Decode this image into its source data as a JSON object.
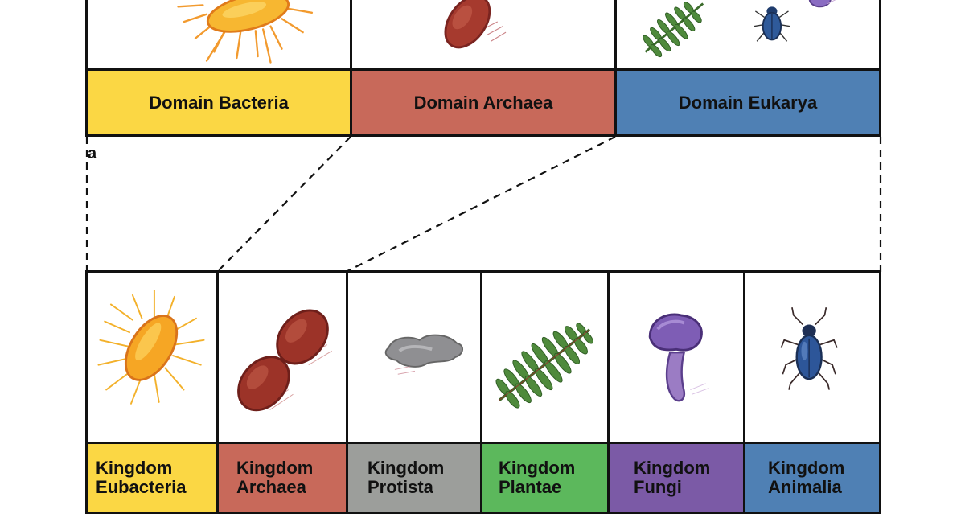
{
  "panel_label": "a",
  "domains": [
    {
      "name": "Domain Bacteria",
      "color": "#fbd744",
      "icon": "rod-bacterium-icon"
    },
    {
      "name": "Domain Archaea",
      "color": "#c8695a",
      "icon": "archaeon-icon"
    },
    {
      "name": "Domain Eukarya",
      "color": "#4f80b4",
      "icon": "fern-beetle-mushroom-icon"
    }
  ],
  "kingdoms": [
    {
      "line1": "Kingdom",
      "line2": "Eubacteria",
      "color": "#fbd744",
      "icon": "bacterium-icon"
    },
    {
      "line1": "Kingdom",
      "line2": "Archaea",
      "color": "#c8695a",
      "icon": "archaeon-icon"
    },
    {
      "line1": "Kingdom",
      "line2": "Protista",
      "color": "#9c9e9b",
      "icon": "protist-icon"
    },
    {
      "line1": "Kingdom",
      "line2": "Plantae",
      "color": "#5cb85c",
      "icon": "fern-icon"
    },
    {
      "line1": "Kingdom",
      "line2": "Fungi",
      "color": "#7b5aa6",
      "icon": "mushroom-icon"
    },
    {
      "line1": "Kingdom",
      "line2": "Animalia",
      "color": "#4f80b4",
      "icon": "beetle-icon"
    }
  ]
}
